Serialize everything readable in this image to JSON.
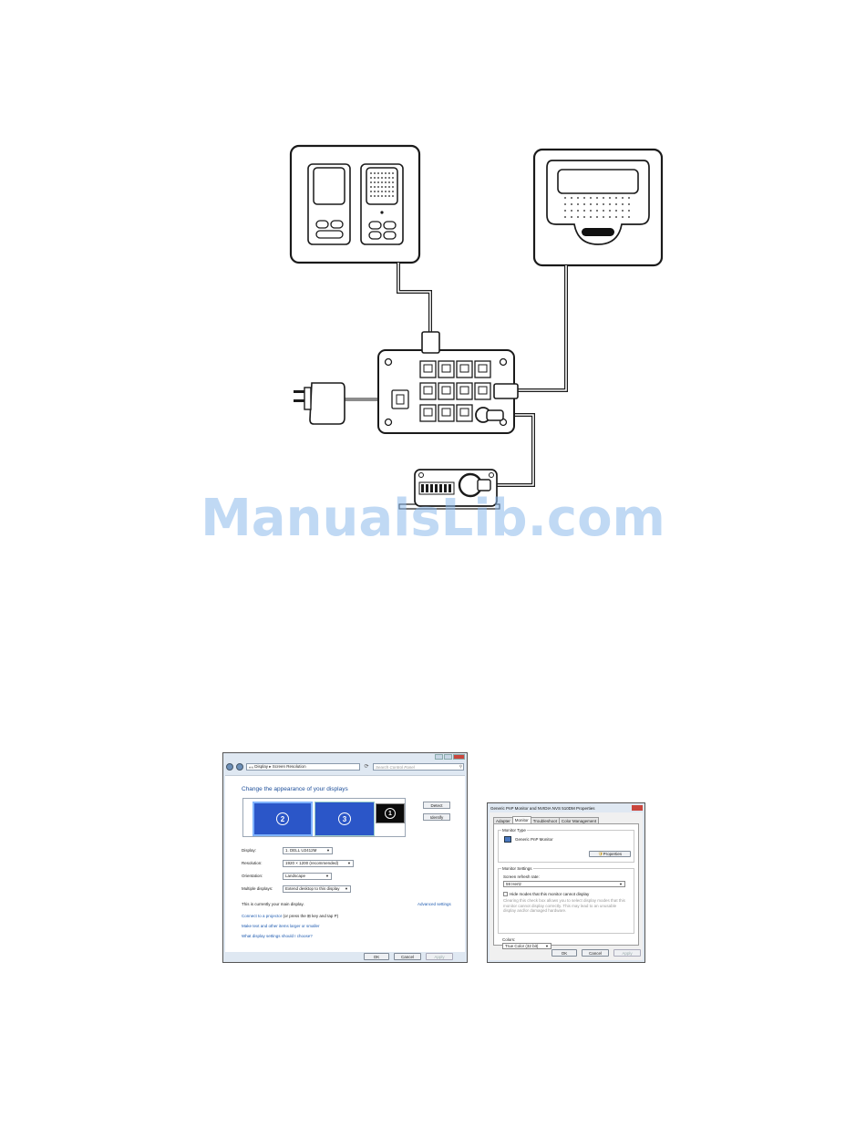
{
  "watermark": "ManualsLib.com",
  "display_window": {
    "breadcrumb": "Display ▸ Screen Resolution",
    "back_arrows": "««",
    "search_placeholder": "Search Control Panel",
    "heading": "Change the appearance of your displays",
    "monitor_numbers": [
      "2",
      "3",
      "1"
    ],
    "detect_label": "Detect",
    "identify_label": "Identify",
    "display_label": "Display:",
    "display_value": "1. DELL U2412M",
    "resolution_label": "Resolution:",
    "resolution_value": "1920 × 1200 (recommended)",
    "orientation_label": "Orientation:",
    "orientation_value": "Landscape",
    "multiple_label": "Multiple displays:",
    "multiple_value": "Extend desktop to this display",
    "main_display_text": "This is currently your main display.",
    "advanced_link": "Advanced settings",
    "projector_link": "Connect to a projector",
    "projector_rest": "(or press the ⊞ key and tap P)",
    "text_size_link": "Make text and other items larger or smaller",
    "which_settings_link": "What display settings should I choose?",
    "ok_label": "OK",
    "cancel_label": "Cancel",
    "apply_label": "Apply"
  },
  "props_dialog": {
    "title": "Generic PnP Monitor and NVIDIA NVS 510DM Properties",
    "tabs": [
      "Adapter",
      "Monitor",
      "Troubleshoot",
      "Color Management"
    ],
    "monitor_type_title": "Monitor Type",
    "monitor_name": "Generic PnP Monitor",
    "properties_label": "Properties",
    "monitor_settings_title": "Monitor Settings",
    "refresh_label": "Screen refresh rate:",
    "refresh_value": "59 Hertz",
    "hide_modes_label": "Hide modes that this monitor cannot display",
    "hide_modes_help": "Clearing this check box allows you to select display modes that this monitor cannot display correctly. This may lead to an unusable display and/or damaged hardware.",
    "colors_label": "Colors:",
    "colors_value": "True Color (32 bit)",
    "ok_label": "OK",
    "cancel_label": "Cancel",
    "apply_label": "Apply"
  }
}
